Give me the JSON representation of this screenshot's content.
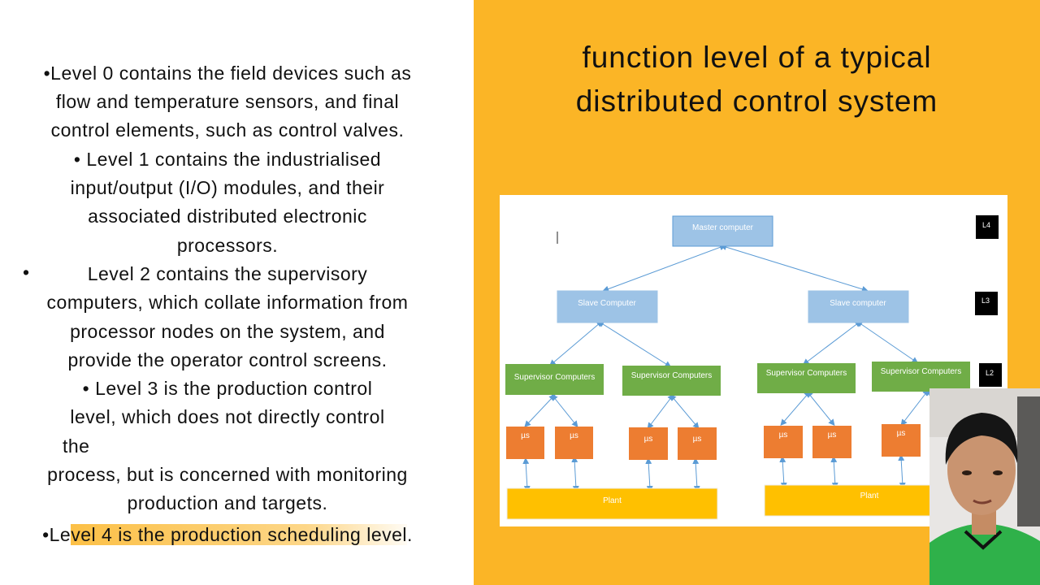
{
  "slide": {
    "left_lines": [
      "•Level 0 contains the field devices such as",
      "flow and temperature sensors, and final",
      "control elements, such as control valves.",
      "• Level 1 contains the industrialised",
      "input/output (I/O) modules, and their",
      "associated distributed electronic",
      "processors.",
      "Level 2 contains the supervisory",
      "computers, which collate information from",
      "processor nodes on the system, and",
      "provide the operator control screens.",
      "•  Level 3 is the production control",
      "level, which does not directly control",
      "the",
      "process, but is concerned with monitoring",
      "production and targets."
    ],
    "level2_bullet": "•",
    "last_line_prefix": "•Le",
    "last_line_highlight": "vel 4 is the production scheduling level",
    "last_line_suffix": ".",
    "title_line1": "function level of a typical",
    "title_line2": "distributed control system",
    "highlight_color": "#fbb526",
    "panel_color": "#fbb526"
  },
  "diagram": {
    "master_label": "Master computer",
    "slave_label": "Slave Computer",
    "slave_label_2": "Slave computer",
    "supervisor_label": "Supervisor Computers",
    "mu_label": "µs",
    "plant_label": "Plant",
    "level_tags": [
      "L4",
      "L3",
      "L2"
    ],
    "colors": {
      "blue_box": "#9dc3e6",
      "green_box": "#70ad47",
      "orange_box": "#ed7d31",
      "plant_box": "#ffc000",
      "arrow": "#5b9bd5"
    }
  }
}
